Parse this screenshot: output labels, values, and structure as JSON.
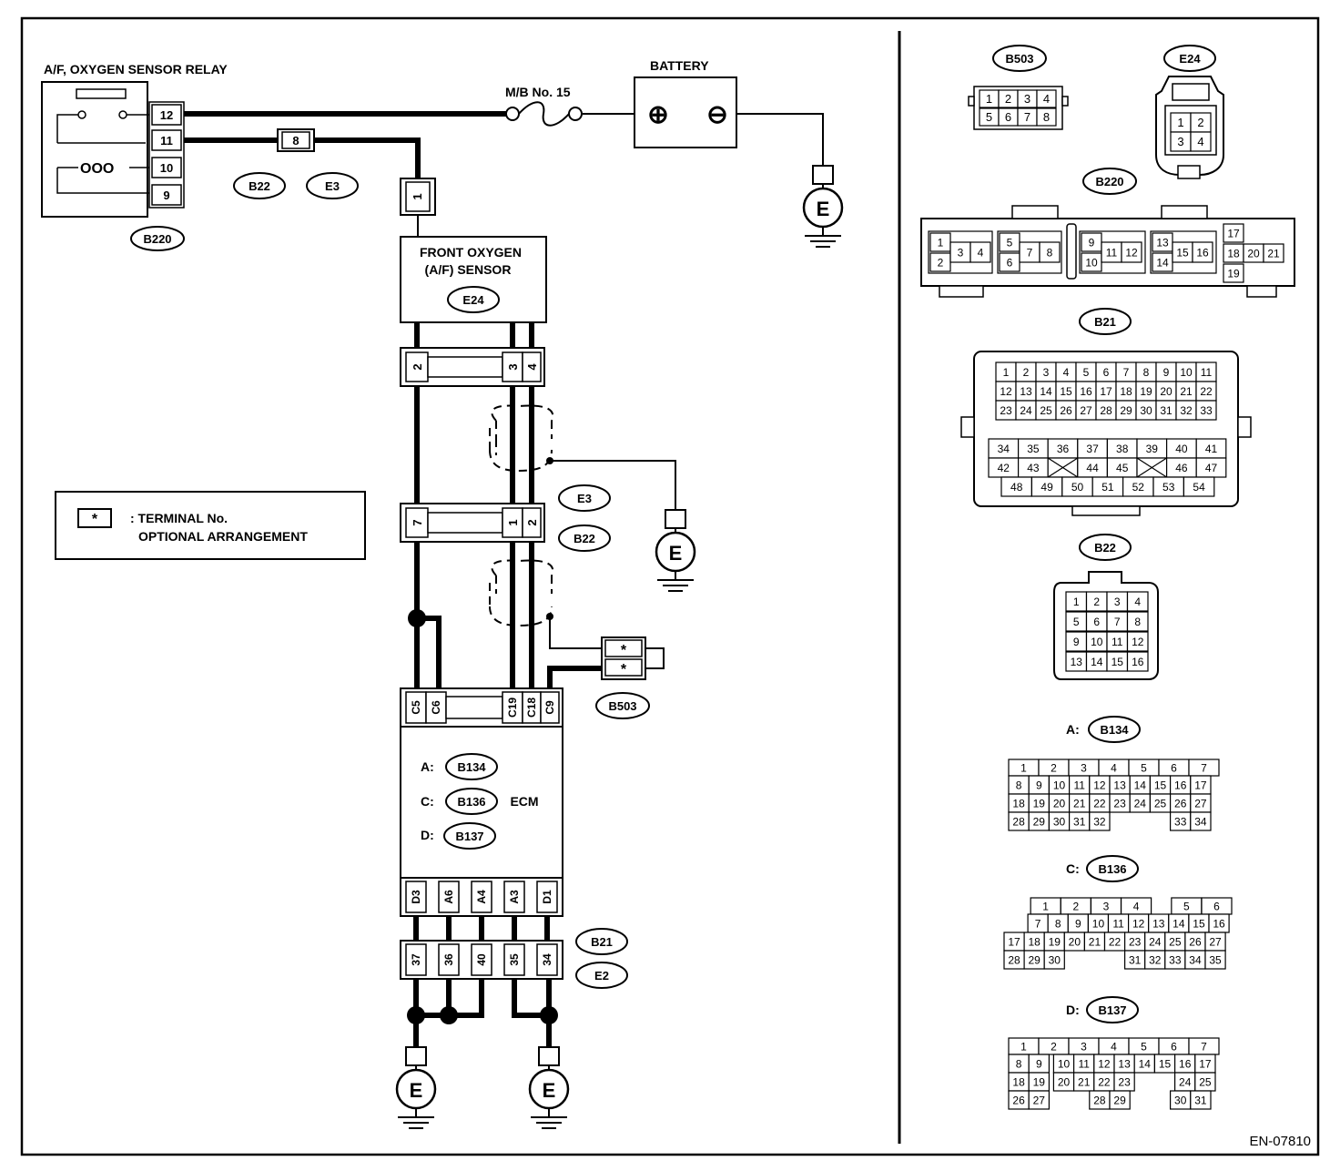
{
  "doc_code": "EN-07810",
  "relay": {
    "title": "A/F, OXYGEN SENSOR RELAY",
    "connector": "B220",
    "pins": [
      "12",
      "11",
      "10",
      "9"
    ]
  },
  "fuse": {
    "label": "M/B No. 15"
  },
  "battery": {
    "title": "BATTERY",
    "pos": "⊕",
    "neg": "⊖"
  },
  "ground_label": "E",
  "harness_pin_8": "8",
  "sensor": {
    "title_line1": "FRONT OXYGEN",
    "title_line2": "(A/F) SENSOR",
    "connector": "E24",
    "top_pin": "1"
  },
  "conn_labels": {
    "b22": "B22",
    "e3": "E3",
    "b503": "B503",
    "b21": "B21",
    "e2": "E2"
  },
  "row_e24_pins": [
    "2",
    "3",
    "4"
  ],
  "row_b22_pins": [
    "7",
    "1",
    "2"
  ],
  "b503_pins": [
    "*",
    "*"
  ],
  "ecm": {
    "title": "ECM",
    "top_pins": [
      "C5",
      "C6",
      "C19",
      "C18",
      "C9"
    ],
    "bottom_pins": [
      "D3",
      "A6",
      "A4",
      "A3",
      "D1"
    ],
    "refs": [
      {
        "prefix": "A:",
        "connector": "B134"
      },
      {
        "prefix": "C:",
        "connector": "B136"
      },
      {
        "prefix": "D:",
        "connector": "B137"
      }
    ]
  },
  "row_b21_pins": [
    "37",
    "36",
    "40",
    "35",
    "34"
  ],
  "legend": {
    "symbol": "*",
    "line1": ": TERMINAL No.",
    "line2": "OPTIONAL ARRANGEMENT"
  },
  "connector_views": {
    "b503": {
      "label": "B503",
      "rows": [
        [
          "1",
          "2",
          "3",
          "4"
        ],
        [
          "5",
          "6",
          "7",
          "8"
        ]
      ]
    },
    "e24": {
      "label": "E24",
      "rows": [
        [
          "1",
          "2"
        ],
        [
          "3",
          "4"
        ]
      ]
    },
    "b220": {
      "label": "B220",
      "cells": [
        "1",
        "2",
        "3",
        "4",
        "5",
        "6",
        "7",
        "8",
        "9",
        "10",
        "11",
        "12",
        "13",
        "14",
        "15",
        "16",
        "17",
        "18",
        "20",
        "21",
        "19"
      ]
    },
    "b21": {
      "label": "B21",
      "rows": [
        [
          "1",
          "2",
          "3",
          "4",
          "5",
          "6",
          "7",
          "8",
          "9",
          "10",
          "11"
        ],
        [
          "12",
          "13",
          "14",
          "15",
          "16",
          "17",
          "18",
          "19",
          "20",
          "21",
          "22"
        ],
        [
          "23",
          "24",
          "25",
          "26",
          "27",
          "28",
          "29",
          "30",
          "31",
          "32",
          "33"
        ],
        [
          "34",
          "35",
          "36",
          "37",
          "38",
          "39",
          "40",
          "41"
        ],
        [
          "42",
          "43",
          "",
          "44",
          "45",
          "",
          "46",
          "47"
        ],
        [
          "48",
          "49",
          "50",
          "51",
          "52",
          "53",
          "54"
        ]
      ]
    },
    "b22": {
      "label": "B22",
      "rows": [
        [
          "1",
          "2",
          "3",
          "4"
        ],
        [
          "5",
          "6",
          "7",
          "8"
        ],
        [
          "9",
          "10",
          "11",
          "12"
        ],
        [
          "13",
          "14",
          "15",
          "16"
        ]
      ]
    },
    "b134": {
      "prefix": "A:",
      "label": "B134",
      "rows": [
        [
          "1",
          "2",
          "3",
          "4",
          "5",
          "6",
          "7"
        ],
        [
          "8",
          "9",
          "10",
          "11",
          "12",
          "13",
          "14",
          "15",
          "16",
          "17"
        ],
        [
          "18",
          "19",
          "20",
          "21",
          "22",
          "23",
          "24",
          "25",
          "26",
          "27"
        ],
        [
          "28",
          "29",
          "30",
          "31",
          "32",
          "",
          "",
          "",
          "33",
          "34"
        ]
      ]
    },
    "b136": {
      "prefix": "C:",
      "label": "B136",
      "rows": [
        [
          "1",
          "2",
          "3",
          "4",
          "5",
          "6"
        ],
        [
          "7",
          "8",
          "9",
          "10",
          "11",
          "12",
          "13",
          "14",
          "15",
          "16"
        ],
        [
          "17",
          "18",
          "19",
          "20",
          "21",
          "22",
          "23",
          "24",
          "25",
          "26",
          "27"
        ],
        [
          "28",
          "29",
          "30",
          "31",
          "32",
          "33",
          "34",
          "35"
        ]
      ]
    },
    "b137": {
      "prefix": "D:",
      "label": "B137",
      "rows": [
        [
          "1",
          "2",
          "3",
          "4",
          "5",
          "6",
          "7"
        ],
        [
          "8",
          "9",
          "10",
          "11",
          "12",
          "13",
          "14",
          "15",
          "16",
          "17"
        ],
        [
          "18",
          "19",
          "20",
          "21",
          "22",
          "23",
          "24",
          "25"
        ],
        [
          "26",
          "27",
          "28",
          "29",
          "30",
          "31"
        ]
      ]
    }
  }
}
